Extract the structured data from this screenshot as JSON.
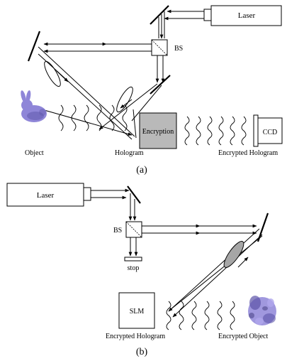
{
  "panel_a": {
    "laser": "Laser",
    "bs": "BS",
    "encryption": "Encryption",
    "ccd": "CCD",
    "object": "Object",
    "hologram": "Hologram",
    "encrypted_hologram": "Encrypted Hologram",
    "caption": "(a)"
  },
  "panel_b": {
    "laser": "Laser",
    "bs": "BS",
    "stop": "stop",
    "slm": "SLM",
    "encrypted_hologram": "Encrypted Hologram",
    "encrypted_object": "Encrypted Object",
    "caption": "(b)"
  },
  "colors": {
    "encryption_box": "#b9b9b9",
    "lens_b": "#a6a6a6",
    "bunny": "#8f86d8",
    "bunny_dark": "#5c54a8"
  }
}
